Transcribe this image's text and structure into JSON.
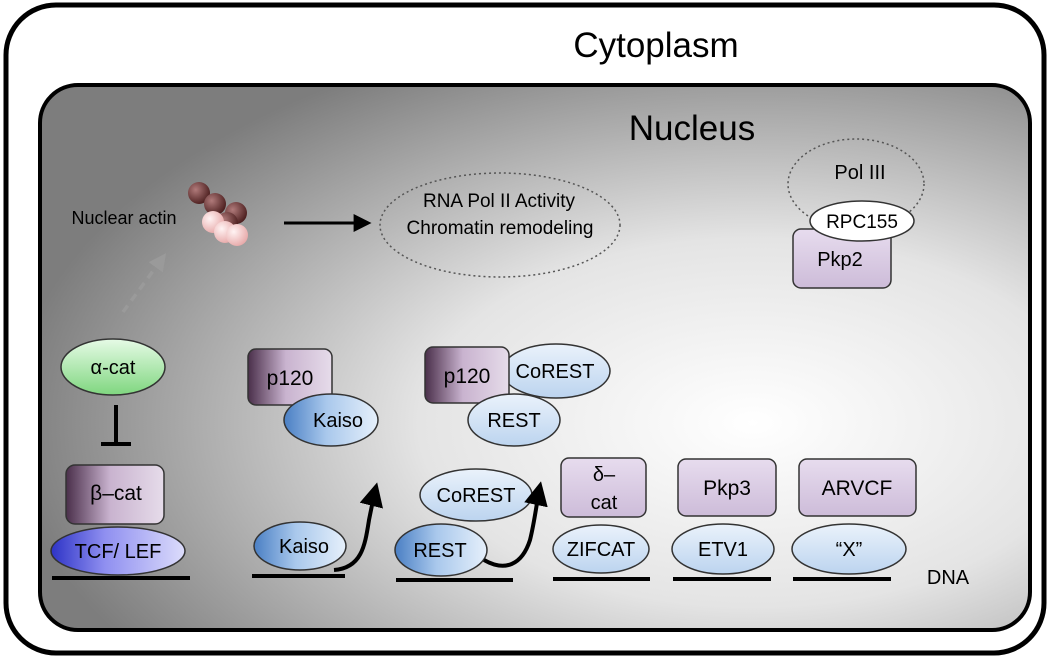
{
  "compartments": {
    "cytoplasm": "Cytoplasm",
    "nucleus": "Nucleus"
  },
  "actin": {
    "label": "Nuclear actin",
    "activity_line1": "RNA Pol II Activity",
    "activity_line2": "Chromatin remodeling"
  },
  "pol3": {
    "label": "Pol III",
    "rpc": "RPC155",
    "pkp2": "Pkp2"
  },
  "catenin": {
    "alpha": "α-cat",
    "beta": "β–cat",
    "tcf": "TCF/ LEF"
  },
  "p120_kaiso": {
    "p120": "p120",
    "kaiso": "Kaiso",
    "dna_kaiso": "Kaiso"
  },
  "p120_rest": {
    "p120": "p120",
    "corest": "CoREST",
    "rest": "REST",
    "dna_corest": "CoREST",
    "dna_rest": "REST"
  },
  "delta": {
    "line1": "δ–",
    "line2": "cat",
    "zifcat": "ZIFCAT"
  },
  "pkp3": {
    "label": "Pkp3",
    "etv1": "ETV1"
  },
  "arvcf": {
    "label": "ARVCF",
    "x": "“X”"
  },
  "dna_label": "DNA",
  "colors": {
    "nucleus_center": "#ffffff",
    "nucleus_edge": "#8a8a8a",
    "purple_box": "#d8c8e0",
    "blue_oval": "#b8d4ee",
    "green_oval": "#b9efb9",
    "actin_dark": "#5a2525",
    "actin_light": "#f2c8c8"
  },
  "icons": [
    "inhibition-bar",
    "dashed-arrow",
    "solid-arrow",
    "curved-arrow"
  ]
}
